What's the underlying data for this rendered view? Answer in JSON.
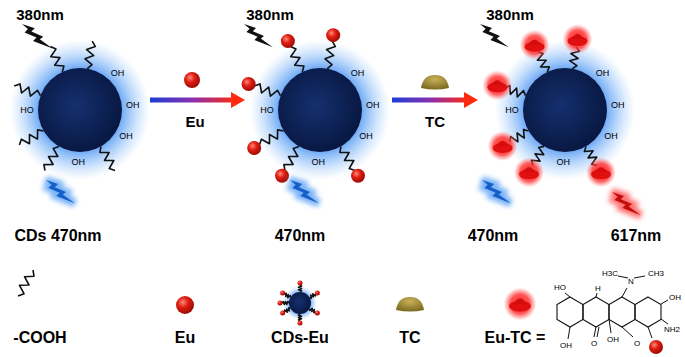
{
  "diagram": {
    "labels": [
      "380nm",
      "380nm",
      "380nm",
      "Eu",
      "TC",
      "CDs 470nm",
      "470nm",
      "470nm",
      "617nm",
      "OH",
      "OH",
      "OH",
      "OH",
      "HO",
      "OH",
      "OH",
      "OH",
      "OH",
      "HO",
      "OH",
      "OH",
      "OH",
      "OH",
      "HO",
      "HO",
      "H",
      "N",
      "H3C",
      "CH3",
      "OH",
      "NH2",
      "OH",
      "O",
      "OH",
      "O"
    ],
    "legend": [
      {
        "text": "-COOH"
      },
      {
        "text": "Eu"
      },
      {
        "text": "CDs-Eu"
      },
      {
        "text": "TC"
      },
      {
        "text": "Eu-TC ="
      }
    ]
  }
}
